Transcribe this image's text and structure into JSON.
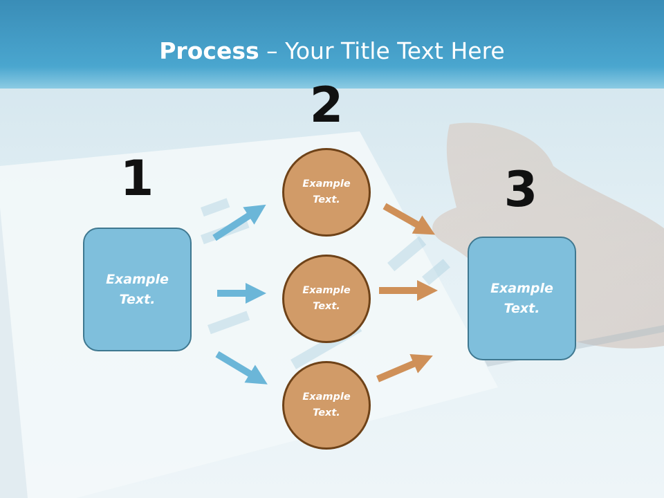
{
  "slide": {
    "title_bold": "Process",
    "title_rest": " – Your Title Text Here"
  },
  "steps": {
    "one": "1",
    "two": "2",
    "three": "3"
  },
  "nodes": {
    "start_box": "Example\nText.",
    "circle_top": "Example\nText.",
    "circle_middle": "Example\nText.",
    "circle_bottom": "Example\nText.",
    "end_box": "Example\nText."
  },
  "colors": {
    "title_band": "#3e96c0",
    "box_fill": "#7fbfdc",
    "box_border": "#3f7890",
    "circle_fill": "#d19b68",
    "circle_border": "#6e4218",
    "blue_arrow": "#6bb6d8",
    "orange_arrow": "#cf9058"
  }
}
